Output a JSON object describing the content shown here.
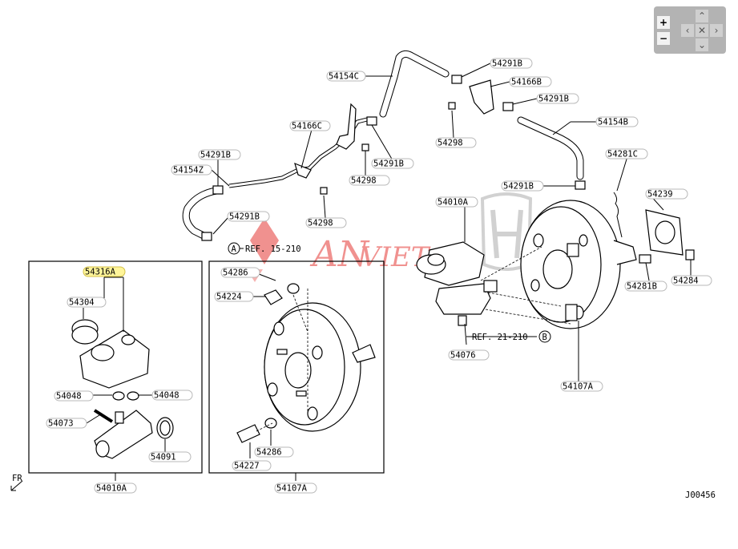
{
  "labels": {
    "hose_top": "54154C",
    "clip_top_right": "54291B",
    "bracket_right": "54166B",
    "clip_right2": "54291B",
    "bracket_left": "54166C",
    "clip_mid": "54291B",
    "hose_right": "54154B",
    "bolt_right_top": "54298",
    "clip_left_top": "54291B",
    "hose_left": "54154Z",
    "bolt_mid": "54298",
    "check_valve": "54281C",
    "clip_right3": "54291B",
    "bolt_mid2": "54298",
    "gasket_label": "54239",
    "clip_left2": "54291B",
    "master_cyl_top": "54010A",
    "ref_a": "REF. 15-210",
    "ref_b": "REF. 21-210",
    "nut_label": "54281B",
    "nut2_label": "54284",
    "grommet_top": "54286",
    "reservoir": "54316A",
    "valve_224": "54224",
    "cap": "54304",
    "seal_076": "54076",
    "booster_right": "54107A",
    "seal_048a": "54048",
    "seal_048b": "54048",
    "pin_073": "54073",
    "oring_091": "54091",
    "sensor_227": "54227",
    "grommet_bottom": "54286",
    "master_cyl_bottom": "54010A",
    "booster_bottom": "54107A",
    "circle_a": "A",
    "circle_b": "B",
    "fr": "FR",
    "diagram_code": "J00456"
  },
  "watermark": {
    "text_an": "AN",
    "text_viet": "VIET"
  },
  "zoom_controls": {
    "zoom_in": "+",
    "zoom_out": "−",
    "pan_up": "⌃",
    "pan_down": "⌄",
    "pan_left": "‹",
    "pan_right": "›",
    "reset": "✕"
  },
  "colors": {
    "reservoir_highlight": "#fff59a",
    "watermark_red": "#e53935",
    "watermark_blue": "#3a7bd5"
  }
}
